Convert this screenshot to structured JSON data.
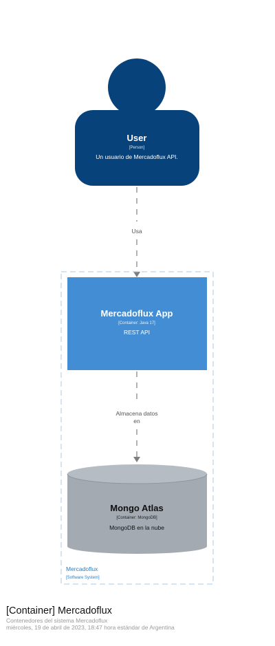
{
  "person": {
    "name": "User",
    "type": "[Person]",
    "description": "Un usuario de Mercadoflux API."
  },
  "relationships": [
    {
      "label": "Usa"
    },
    {
      "label_line1": "Almacena datos",
      "label_line2": "en"
    }
  ],
  "system_boundary": {
    "name": "Mercadoflux",
    "type": "[Software System]"
  },
  "containers": {
    "app": {
      "name": "Mercadoflux App",
      "technology": "[Container: Java 17]",
      "description": "REST API"
    },
    "db": {
      "name": "Mongo Atlas",
      "technology": "[Container: MongoDB]",
      "description": "MongoDB en la nube"
    }
  },
  "footer": {
    "title": "[Container] Mercadoflux",
    "subtitle": "Contenedores del sistema Mercadoflux",
    "timestamp": "miércoles, 19 de abril de 2023, 18:47 hora estándar de Argentina"
  },
  "colors": {
    "person": "#08427b",
    "container": "#438dd5",
    "database": "#a3aab2",
    "database_top": "#b5bcc3",
    "boundary": "#a8c8e6",
    "boundary_text": "#2f7cc0",
    "arrow": "#7f7f7f",
    "relationship_text": "#555555"
  }
}
